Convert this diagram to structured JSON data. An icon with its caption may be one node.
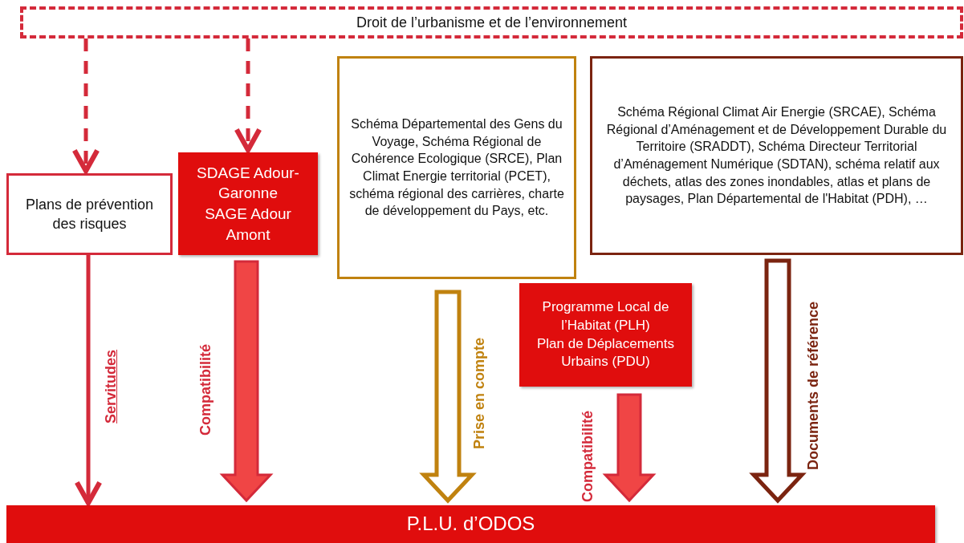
{
  "diagram": {
    "nodes": [
      {
        "text": [
          "Droit de l’urbanisme et de l’environnement"
        ]
      },
      {
        "text": [
          "Plans de prévention des risques"
        ]
      },
      {
        "text": [
          "SDAGE Adour-Garonne",
          "SAGE Adour Amont"
        ]
      },
      {
        "text": [
          "Schéma Départemental des Gens du Voyage, Schéma Régional de Cohérence Ecologique (SRCE), Plan Climat Energie territorial (PCET), schéma régional des carrières, charte de développement du Pays, etc."
        ]
      },
      {
        "text": [
          "Schéma Régional Climat Air Energie (SRCAE), Schéma Régional d’Aménagement et de Développement Durable du Territoire (SRADDT), Schéma Directeur Territorial d’Aménagement Numérique (SDTAN), schéma relatif aux déchets, atlas des zones inondables, atlas et plans de paysages, Plan Départemental de l'Habitat (PDH), …"
        ]
      },
      {
        "text": [
          "Programme Local de l’Habitat (PLH)",
          "Plan de Déplacements Urbains (PDU)"
        ]
      },
      {
        "text": [
          "P.L.U. d’ODOS"
        ]
      }
    ],
    "edges": [
      {
        "from": 0,
        "to": 1,
        "arrow": "to",
        "style": "dashed"
      },
      {
        "from": 0,
        "to": 2,
        "arrow": "to",
        "style": "dashed"
      },
      {
        "from": 1,
        "to": 6,
        "arrow": "to",
        "label": "Servitudes"
      },
      {
        "from": 2,
        "to": 6,
        "arrow": "to",
        "label": "Compatibilité",
        "style": "thick"
      },
      {
        "from": 3,
        "to": 6,
        "arrow": "to",
        "label": "Prise en compte",
        "style": "thick",
        "color": "#c0820f"
      },
      {
        "from": 5,
        "to": 6,
        "arrow": "to",
        "label": "Compatibilité",
        "style": "thick"
      },
      {
        "from": 4,
        "to": 6,
        "arrow": "to",
        "label": "Documents de référence",
        "style": "thick",
        "color": "#7b2410"
      }
    ]
  }
}
